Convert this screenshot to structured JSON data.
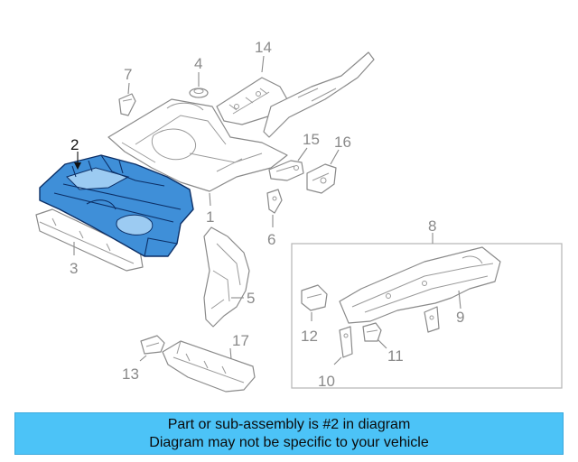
{
  "callouts": {
    "c1": "1",
    "c2": "2",
    "c3": "3",
    "c4": "4",
    "c5": "5",
    "c6": "6",
    "c7": "7",
    "c8": "8",
    "c9": "9",
    "c10": "10",
    "c11": "11",
    "c12": "12",
    "c13": "13",
    "c14": "14",
    "c15": "15",
    "c16": "16",
    "c17": "17"
  },
  "highlighted_part": "2",
  "banner": {
    "line1": "Part or sub-assembly is #2 in diagram",
    "line2": "Diagram may not be specific to your vehicle"
  },
  "colors": {
    "highlight_fill": "#3f8fd8",
    "highlight_stroke": "#0c2f66",
    "banner_bg": "#4cc3f7"
  }
}
